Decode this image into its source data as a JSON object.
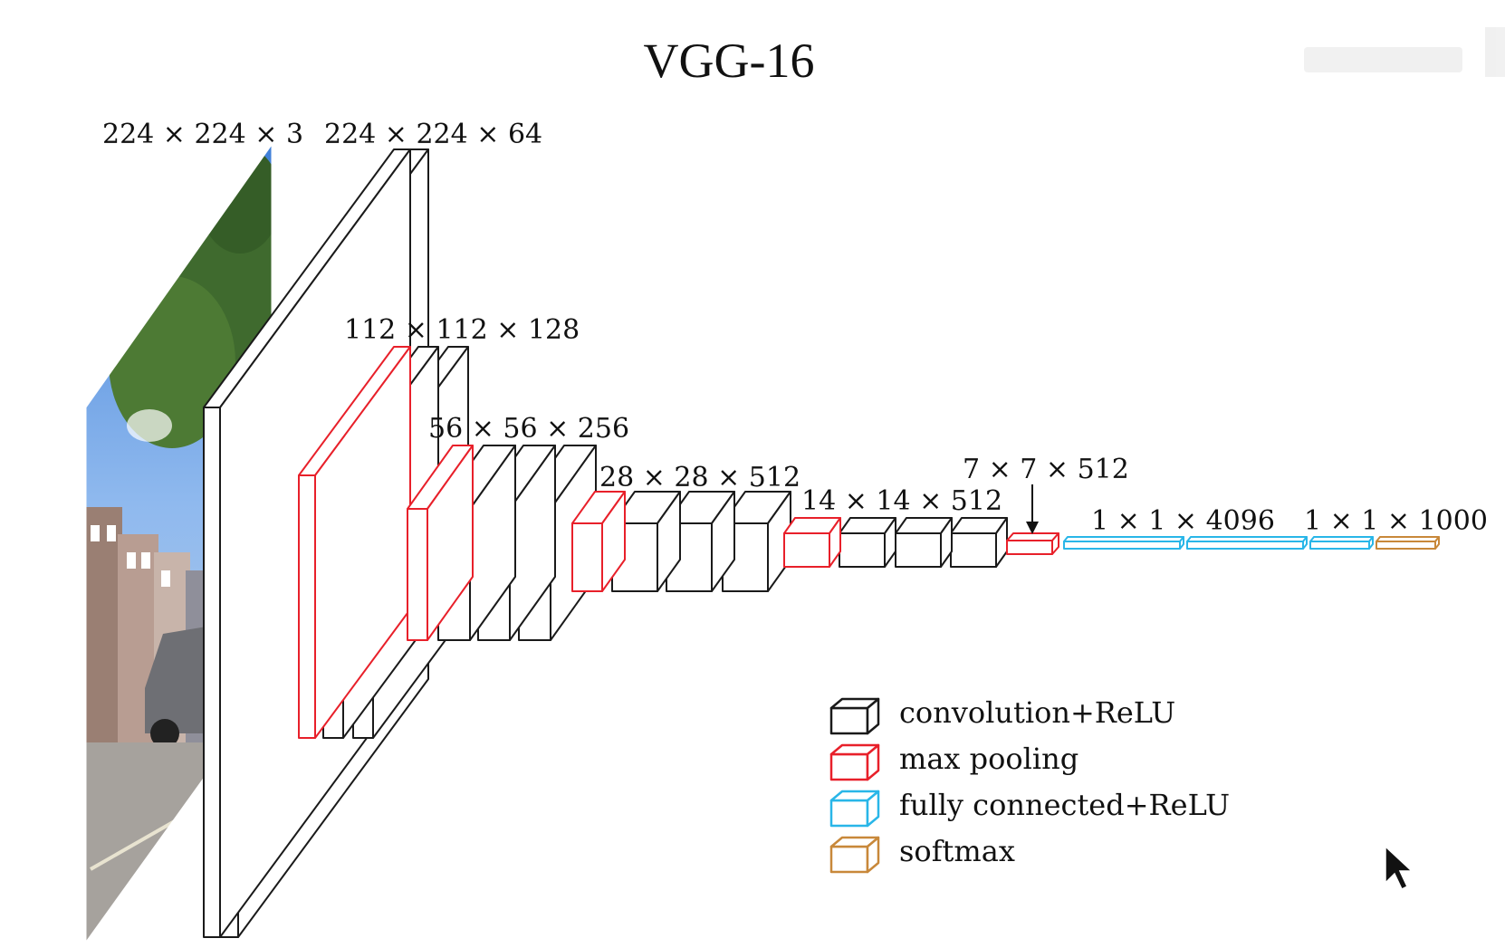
{
  "title": "VGG-16",
  "dimension_labels": [
    "224 × 224 × 3",
    "224 × 224 × 64",
    "112 × 112 × 128",
    "56 × 56 × 256",
    "28 × 28 × 512",
    "14 × 14 × 512",
    "7 × 7 × 512",
    "1 × 1 × 4096",
    "1 × 1 × 1000"
  ],
  "legend": [
    {
      "label": "convolution+ReLU",
      "color": "#1a1a1a"
    },
    {
      "label": "max pooling",
      "color": "#e8202a"
    },
    {
      "label": "fully connected+ReLU",
      "color": "#29b6e8"
    },
    {
      "label": "softmax",
      "color": "#c8883a"
    }
  ],
  "colors": {
    "conv": "#1a1a1a",
    "pool": "#e8202a",
    "fc": "#29b6e8",
    "softmax": "#c8883a"
  },
  "icons": [
    "input-image-photo",
    "mouse-cursor-icon",
    "arrow-down-icon"
  ]
}
